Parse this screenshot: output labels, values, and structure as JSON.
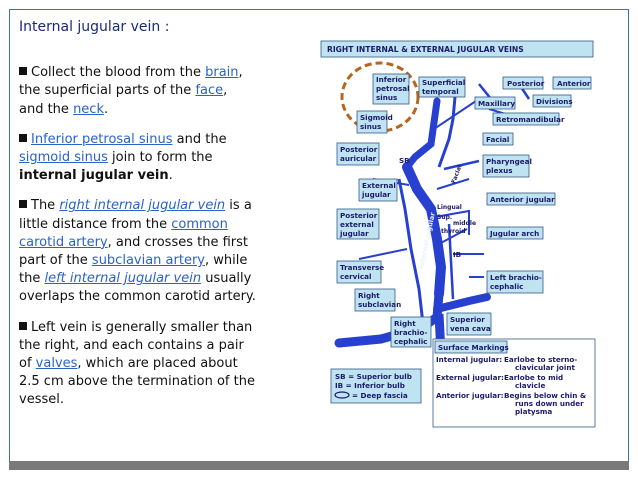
{
  "text": {
    "title": "Internal jugular vein :",
    "p1": {
      "a": "Collect the blood from the ",
      "brain": "brain",
      "b": ",",
      "c": "the superficial parts of the ",
      "face": "face",
      "d": ",",
      "e": "and the ",
      "neck": "neck",
      "f": "."
    },
    "p2": {
      "ips": "Inferior petrosal sinus",
      "a": " and the",
      "sig": "sigmoid sinus",
      "b": " join to form the",
      "c": "internal jugular vein",
      "d": "."
    },
    "p3": {
      "a": "The ",
      "rijv": "right internal jugular vein",
      "b": " is a",
      "c": "little distance from the ",
      "common": "common",
      "cca": "carotid artery",
      "d": ", and crosses the first",
      "e": "part of the ",
      "sub": "subclavian artery",
      "f": ", while",
      "g": "the ",
      "lijv": "left internal jugular vein",
      "h": " usually",
      "i": "overlaps the common carotid artery."
    },
    "p4": {
      "a": "Left vein is generally smaller than",
      "b": "the right, and each contains a pair",
      "c": "of ",
      "valves": "valves",
      "d": ", which are placed about",
      "e": "2.5 cm above the termination of the",
      "f": "vessel."
    }
  },
  "diagram": {
    "title": "RIGHT INTERNAL & EXTERNAL JUGULAR VEINS",
    "labels": {
      "inferior_petrosal": [
        "Inferior",
        "petrosal",
        "sinus"
      ],
      "sigmoid": [
        "Sigmoid",
        "sinus"
      ],
      "superficial_temporal": [
        "Superficial",
        "temporal"
      ],
      "posterior": "Posterior",
      "anterior": "Anterior",
      "divisions": "Divisions",
      "maxillary": "Maxillary",
      "retromandibular": "Retromandibular",
      "posterior_auricular": [
        "Posterior",
        "auricular"
      ],
      "sb": "SB",
      "facial": "Facial",
      "facial_vessel": "Facial",
      "pharyngeal": [
        "Pharyngeal",
        "plexus"
      ],
      "external_jugular": [
        "External",
        "jugular"
      ],
      "lingual": "Lingual",
      "sup_middle": "Sup.",
      "middle": "middle",
      "thyroid": "thyroid",
      "internal_jugular": "Internal jugular",
      "anterior_jugular": "Anterior jugular",
      "posterior_external": [
        "Posterior",
        "external",
        "jugular"
      ],
      "jugular_arch": "Jugular arch",
      "ib": "IB",
      "transverse_cervical": [
        "Transverse",
        "cervical"
      ],
      "left_brachio": [
        "Left brachio-",
        "cephalic"
      ],
      "right_subclavian": [
        "Right",
        "subclavian"
      ],
      "superior_vena_cava": [
        "Superior",
        "vena cava"
      ],
      "right_brachio": [
        "Right",
        "brachio-",
        "cephalic"
      ],
      "surface_markings": "Surface Markings",
      "sm_internal_k": "Internal jugular:",
      "sm_internal_v": [
        "Earlobe to sterno-",
        "clavicular joint"
      ],
      "sm_external_k": "External jugular:",
      "sm_external_v": [
        "Earlobe to mid",
        "clavicle"
      ],
      "sm_anterior_k": "Anterior jugular:",
      "sm_anterior_v": [
        "Begins below chin &",
        "runs down under",
        "platysma"
      ],
      "legend_sb": "SB = Superior bulb",
      "legend_ib": "IB = Inferior bulb",
      "legend_fascia": "= Deep fascia"
    }
  },
  "colors": {
    "vein": "#2840d0",
    "link": "#2a62c7",
    "box": "#bfe3f0",
    "title_bg": "#bfe3f0",
    "circle": "#b5651d",
    "border": "#3b73a6"
  }
}
